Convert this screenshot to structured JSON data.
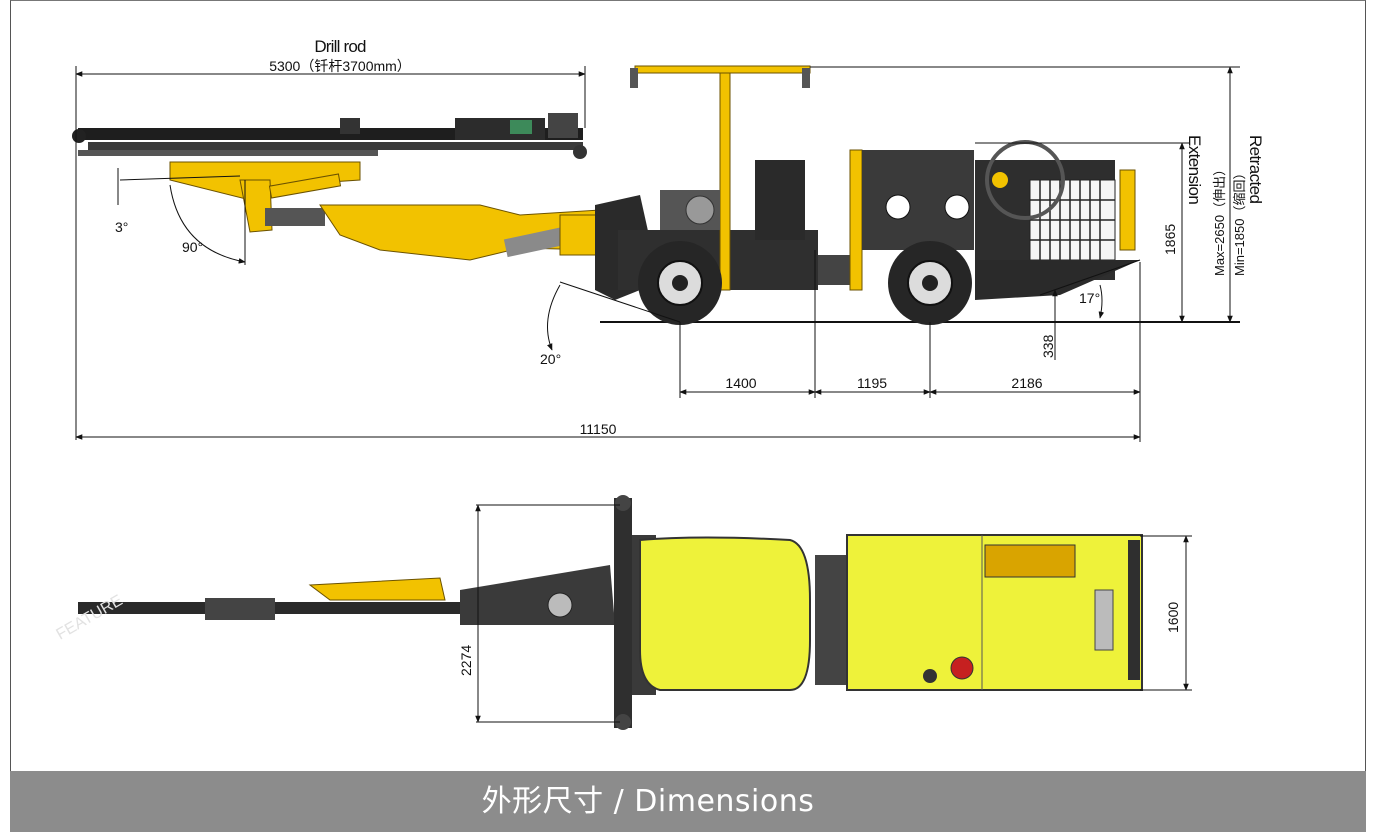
{
  "footer": {
    "title": "外形尺寸 / Dimensions"
  },
  "side_view": {
    "drill_rod_label": "Drill rod",
    "drill_rod_length": "5300（钎杆3700mm）",
    "angle_3": "3°",
    "angle_90": "90°",
    "angle_20": "20°",
    "angle_17": "17°",
    "dim_1400": "1400",
    "dim_1195": "1195",
    "dim_2186": "2186",
    "dim_11150": "11150",
    "dim_338": "338",
    "dim_1865": "1865",
    "extension_label": "Extension",
    "retracted_label": "Retracted",
    "max_label": "Max=2650（伸出）",
    "min_label": "Min=1850（缩回）"
  },
  "top_view": {
    "dim_2274": "2274",
    "dim_1600": "1600",
    "watermark": "FEATURE"
  },
  "colors": {
    "machine_yellow": "#f2c200",
    "body_yellow": "#eef23a",
    "dark": "#2a2a2a",
    "footer_gray": "#8c8c8c"
  }
}
